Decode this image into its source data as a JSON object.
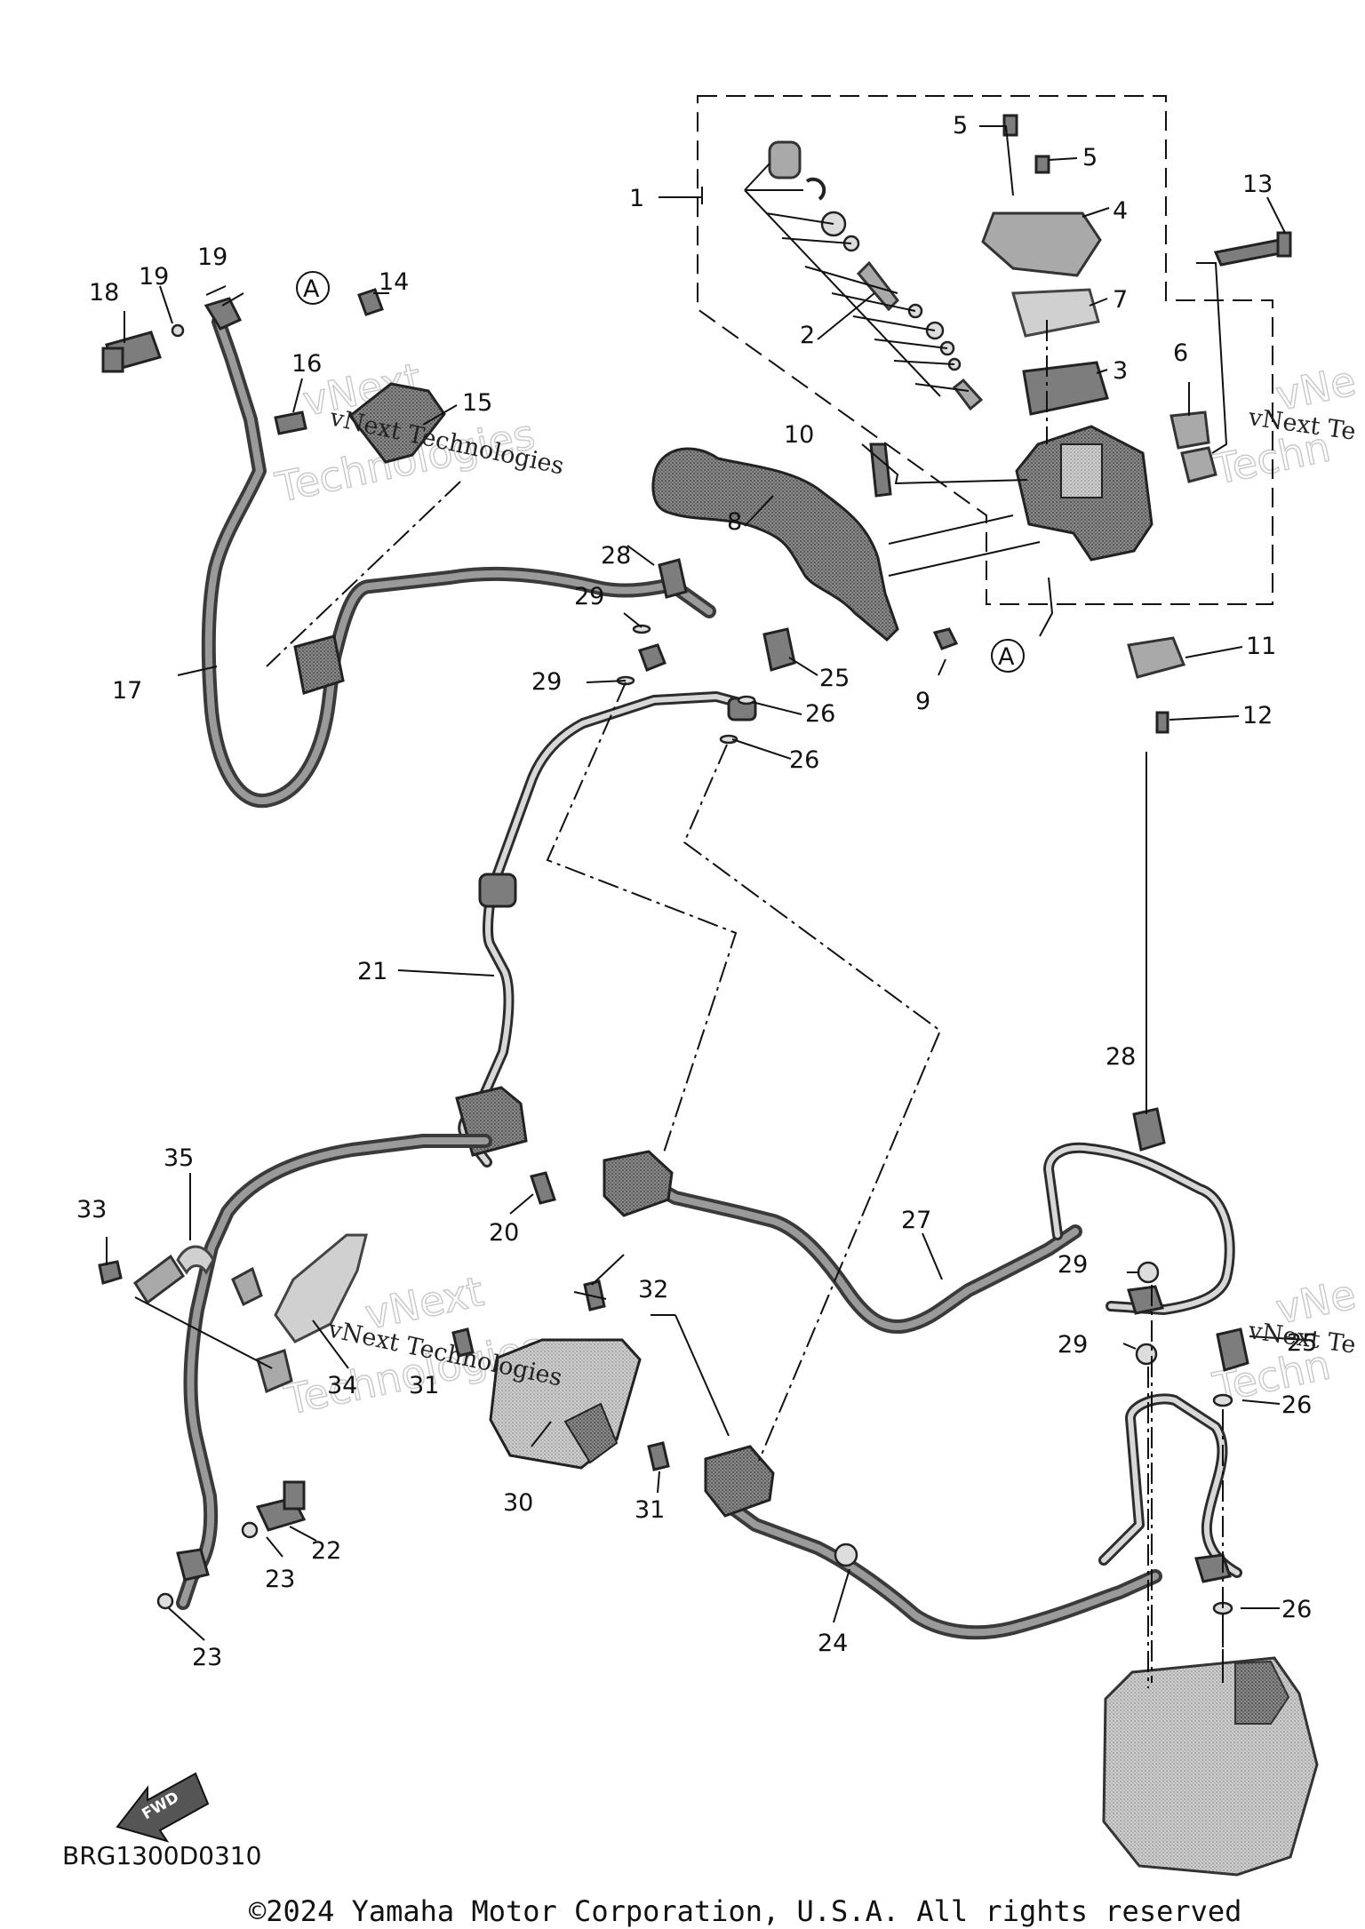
{
  "callouts": {
    "c1": "1",
    "c2": "2",
    "c3": "3",
    "c4": "4",
    "c5a": "5",
    "c5b": "5",
    "c6": "6",
    "c7": "7",
    "c8": "8",
    "c9": "9",
    "c10": "10",
    "c11": "11",
    "c12": "12",
    "c13": "13",
    "c14": "14",
    "c15": "15",
    "c16": "16",
    "c17": "17",
    "c18": "18",
    "c19a": "19",
    "c19b": "19",
    "c20": "20",
    "c21": "21",
    "c22": "22",
    "c23a": "23",
    "c23b": "23",
    "c24": "24",
    "c25a": "25",
    "c25b": "25",
    "c26a": "26",
    "c26b": "26",
    "c26c": "26",
    "c26d": "26",
    "c27": "27",
    "c28a": "28",
    "c28b": "28",
    "c29a": "29",
    "c29b": "29",
    "c29c": "29",
    "c29d": "29",
    "c30": "30",
    "c31a": "31",
    "c31b": "31",
    "c32": "32",
    "c33": "33",
    "c34": "34",
    "c35": "35",
    "refA1": "A",
    "refA2": "A"
  },
  "watermark": {
    "name": "vNext Technologies",
    "line1": "vNext",
    "line2": "Technologies",
    "edge_text": "vNext Te",
    "edge_big1": "vNe",
    "edge_big2": "Techn"
  },
  "fwd_label": "FWD",
  "diagram_code": "BRG1300D0310",
  "copyright": "©2024 Yamaha Motor Corporation, U.S.A. All rights reserved"
}
